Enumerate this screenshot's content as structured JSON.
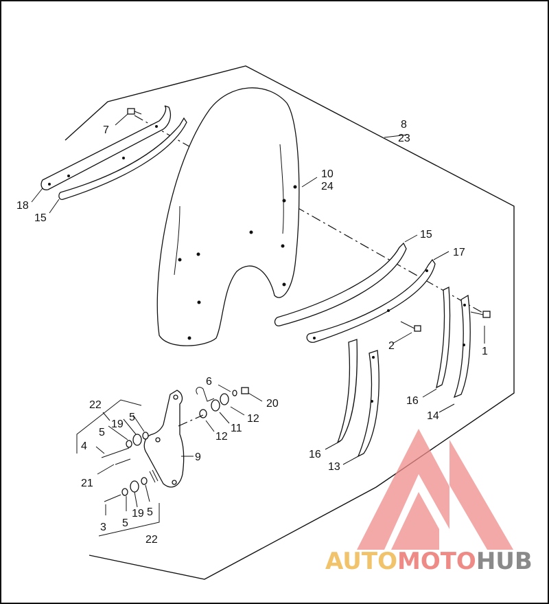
{
  "callouts": [
    {
      "id": "c1",
      "text": "1"
    },
    {
      "id": "c2",
      "text": "2"
    },
    {
      "id": "c3",
      "text": "3"
    },
    {
      "id": "c4",
      "text": "4"
    },
    {
      "id": "c5a",
      "text": "5"
    },
    {
      "id": "c5b",
      "text": "5"
    },
    {
      "id": "c5c",
      "text": "5"
    },
    {
      "id": "c5d",
      "text": "5"
    },
    {
      "id": "c6",
      "text": "6"
    },
    {
      "id": "c7",
      "text": "7"
    },
    {
      "id": "c8",
      "text": "8"
    },
    {
      "id": "c23",
      "text": "23"
    },
    {
      "id": "c9",
      "text": "9"
    },
    {
      "id": "c10",
      "text": "10"
    },
    {
      "id": "c24",
      "text": "24"
    },
    {
      "id": "c11",
      "text": "11"
    },
    {
      "id": "c12a",
      "text": "12"
    },
    {
      "id": "c12b",
      "text": "12"
    },
    {
      "id": "c13",
      "text": "13"
    },
    {
      "id": "c14",
      "text": "14"
    },
    {
      "id": "c15a",
      "text": "15"
    },
    {
      "id": "c15b",
      "text": "15"
    },
    {
      "id": "c16a",
      "text": "16"
    },
    {
      "id": "c16b",
      "text": "16"
    },
    {
      "id": "c17",
      "text": "17"
    },
    {
      "id": "c18",
      "text": "18"
    },
    {
      "id": "c19a",
      "text": "19"
    },
    {
      "id": "c19b",
      "text": "19"
    },
    {
      "id": "c20",
      "text": "20"
    },
    {
      "id": "c21",
      "text": "21"
    },
    {
      "id": "c22a",
      "text": "22"
    },
    {
      "id": "c22b",
      "text": "22"
    }
  ],
  "watermark": {
    "part1": "AUTO",
    "part2": "MOTO",
    "part3": "HUB",
    "colors": {
      "auto": "#f1c36b",
      "moto": "#ef8b86",
      "hub": "#8a8a8a"
    }
  }
}
